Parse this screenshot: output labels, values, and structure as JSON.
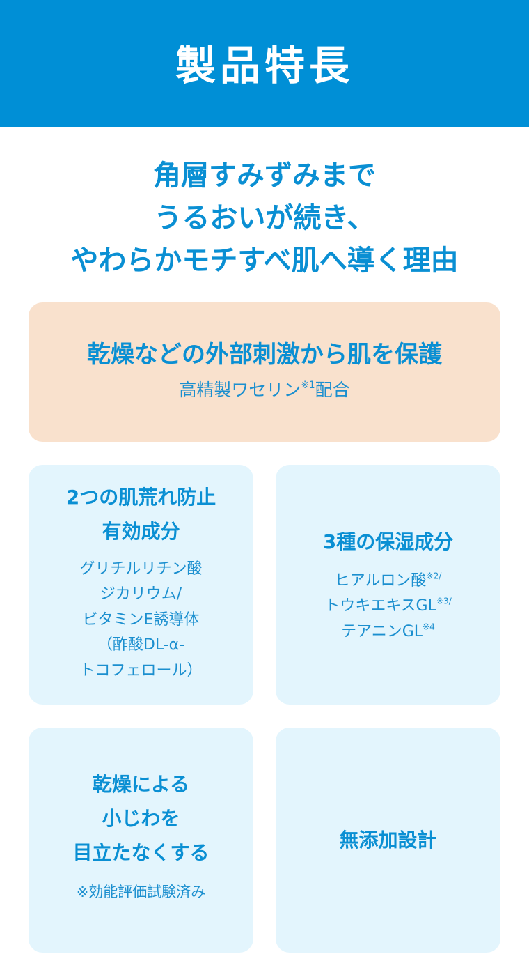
{
  "header": {
    "title": "製品特長",
    "background_color": "#008fd6"
  },
  "lead": {
    "lines": [
      "角層すみずみまで",
      "うるおいが続き、",
      "やわらかモチすべ肌へ導く理由"
    ],
    "color": "#0a8fd3"
  },
  "feature_main": {
    "title": "乾燥などの外部刺激から肌を保護",
    "subtitle_pre": "高精製ワセリン",
    "subtitle_note": "※1",
    "subtitle_post": "配合",
    "background_color": "#f9e1cd"
  },
  "features": [
    {
      "title_lines": [
        "2つの肌荒れ防止",
        "有効成分"
      ],
      "body_lines": [
        "グリチルリチン酸",
        "ジカリウム/",
        "ビタミンE誘導体",
        "（酢酸DL-α-",
        "トコフェロール）"
      ]
    },
    {
      "title_lines": [
        "3種の保湿成分"
      ],
      "body_lines": [
        {
          "text": "ヒアルロン酸",
          "note": "※2/"
        },
        {
          "text": "トウキエキスGL",
          "note": "※3/"
        },
        {
          "text": "テアニンGL",
          "note": "※4"
        }
      ]
    },
    {
      "title_lines": [
        "乾燥による",
        "小じわを",
        "目立たなくする"
      ],
      "body_lines": [
        "※効能評価試験済み"
      ]
    },
    {
      "title_lines": [
        "無添加設計"
      ],
      "body_lines": []
    }
  ],
  "card_background_color": "#e3f5fd"
}
